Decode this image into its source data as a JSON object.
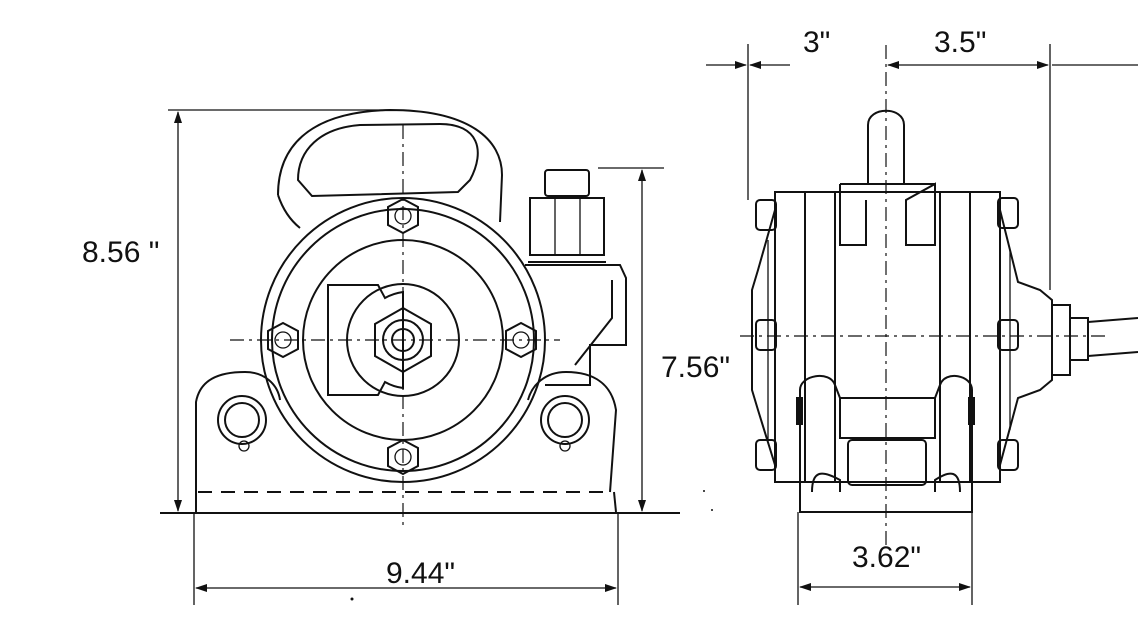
{
  "dimensions": {
    "height_front": "8.56 \"",
    "width_front": "9.44\"",
    "height_side": "7.56\"",
    "offset_left": "3\"",
    "offset_right": "3.5\"",
    "base_side": "3.62\""
  }
}
